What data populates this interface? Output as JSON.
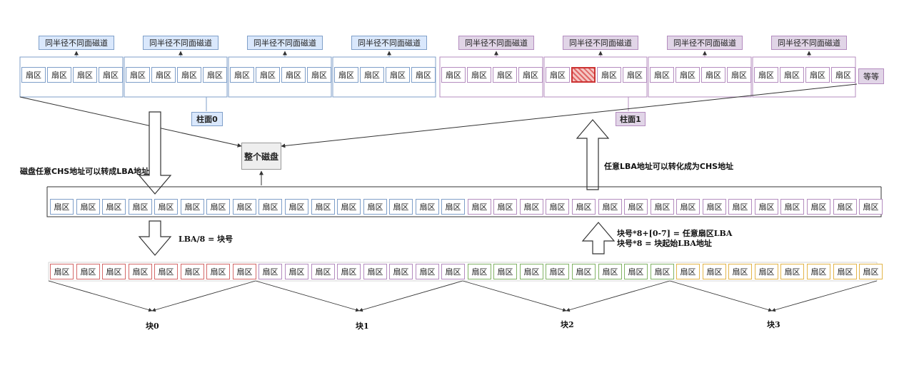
{
  "sector_label": "扇区",
  "track_label": "同半径不同面磁道",
  "cylinder0": "柱面0",
  "cylinder1": "柱面1",
  "etc_label": "等等",
  "whole_disk": "整个磁盘",
  "chs_to_lba": "磁盘任意CHS地址可以转成LBA地址",
  "lba_to_chs": "任意LBA地址可以转化成为CHS地址",
  "lba_div": "LBA/8 = 块号",
  "block_formula_1": "块号*8+[0-7] = 任意扇区LBA",
  "block_formula_2": "块号*8 = 块起始LBA地址",
  "blocks": [
    "块0",
    "块1",
    "块2",
    "块3"
  ],
  "colors": {
    "blue": "#7f9fc9",
    "blue_fill": "#dae8fc",
    "purple": "#b48cbf",
    "purple_fill": "#e1d5e7",
    "red": "#d46a6a",
    "green": "#82b366",
    "yellow": "#e3b54a",
    "hatched_sector": "#e06666"
  }
}
